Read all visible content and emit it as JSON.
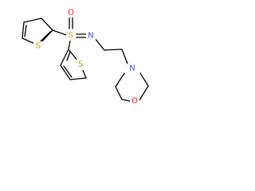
{
  "molecule": {
    "atoms": {
      "oxo_o": {
        "symbol": "O",
        "color": "#ff0d0d"
      },
      "s_center": {
        "symbol": "S",
        "color": "#b8a000"
      },
      "n_imine": {
        "symbol": "N",
        "color": "#3050f8"
      },
      "s_thiophene_top": {
        "symbol": "S",
        "color": "#b8a000"
      },
      "s_thiophene_bottom": {
        "symbol": "S",
        "color": "#b8a000"
      },
      "n_morpholine": {
        "symbol": "N",
        "color": "#3050f8"
      },
      "o_morpholine": {
        "symbol": "O",
        "color": "#ff0d0d"
      }
    }
  }
}
